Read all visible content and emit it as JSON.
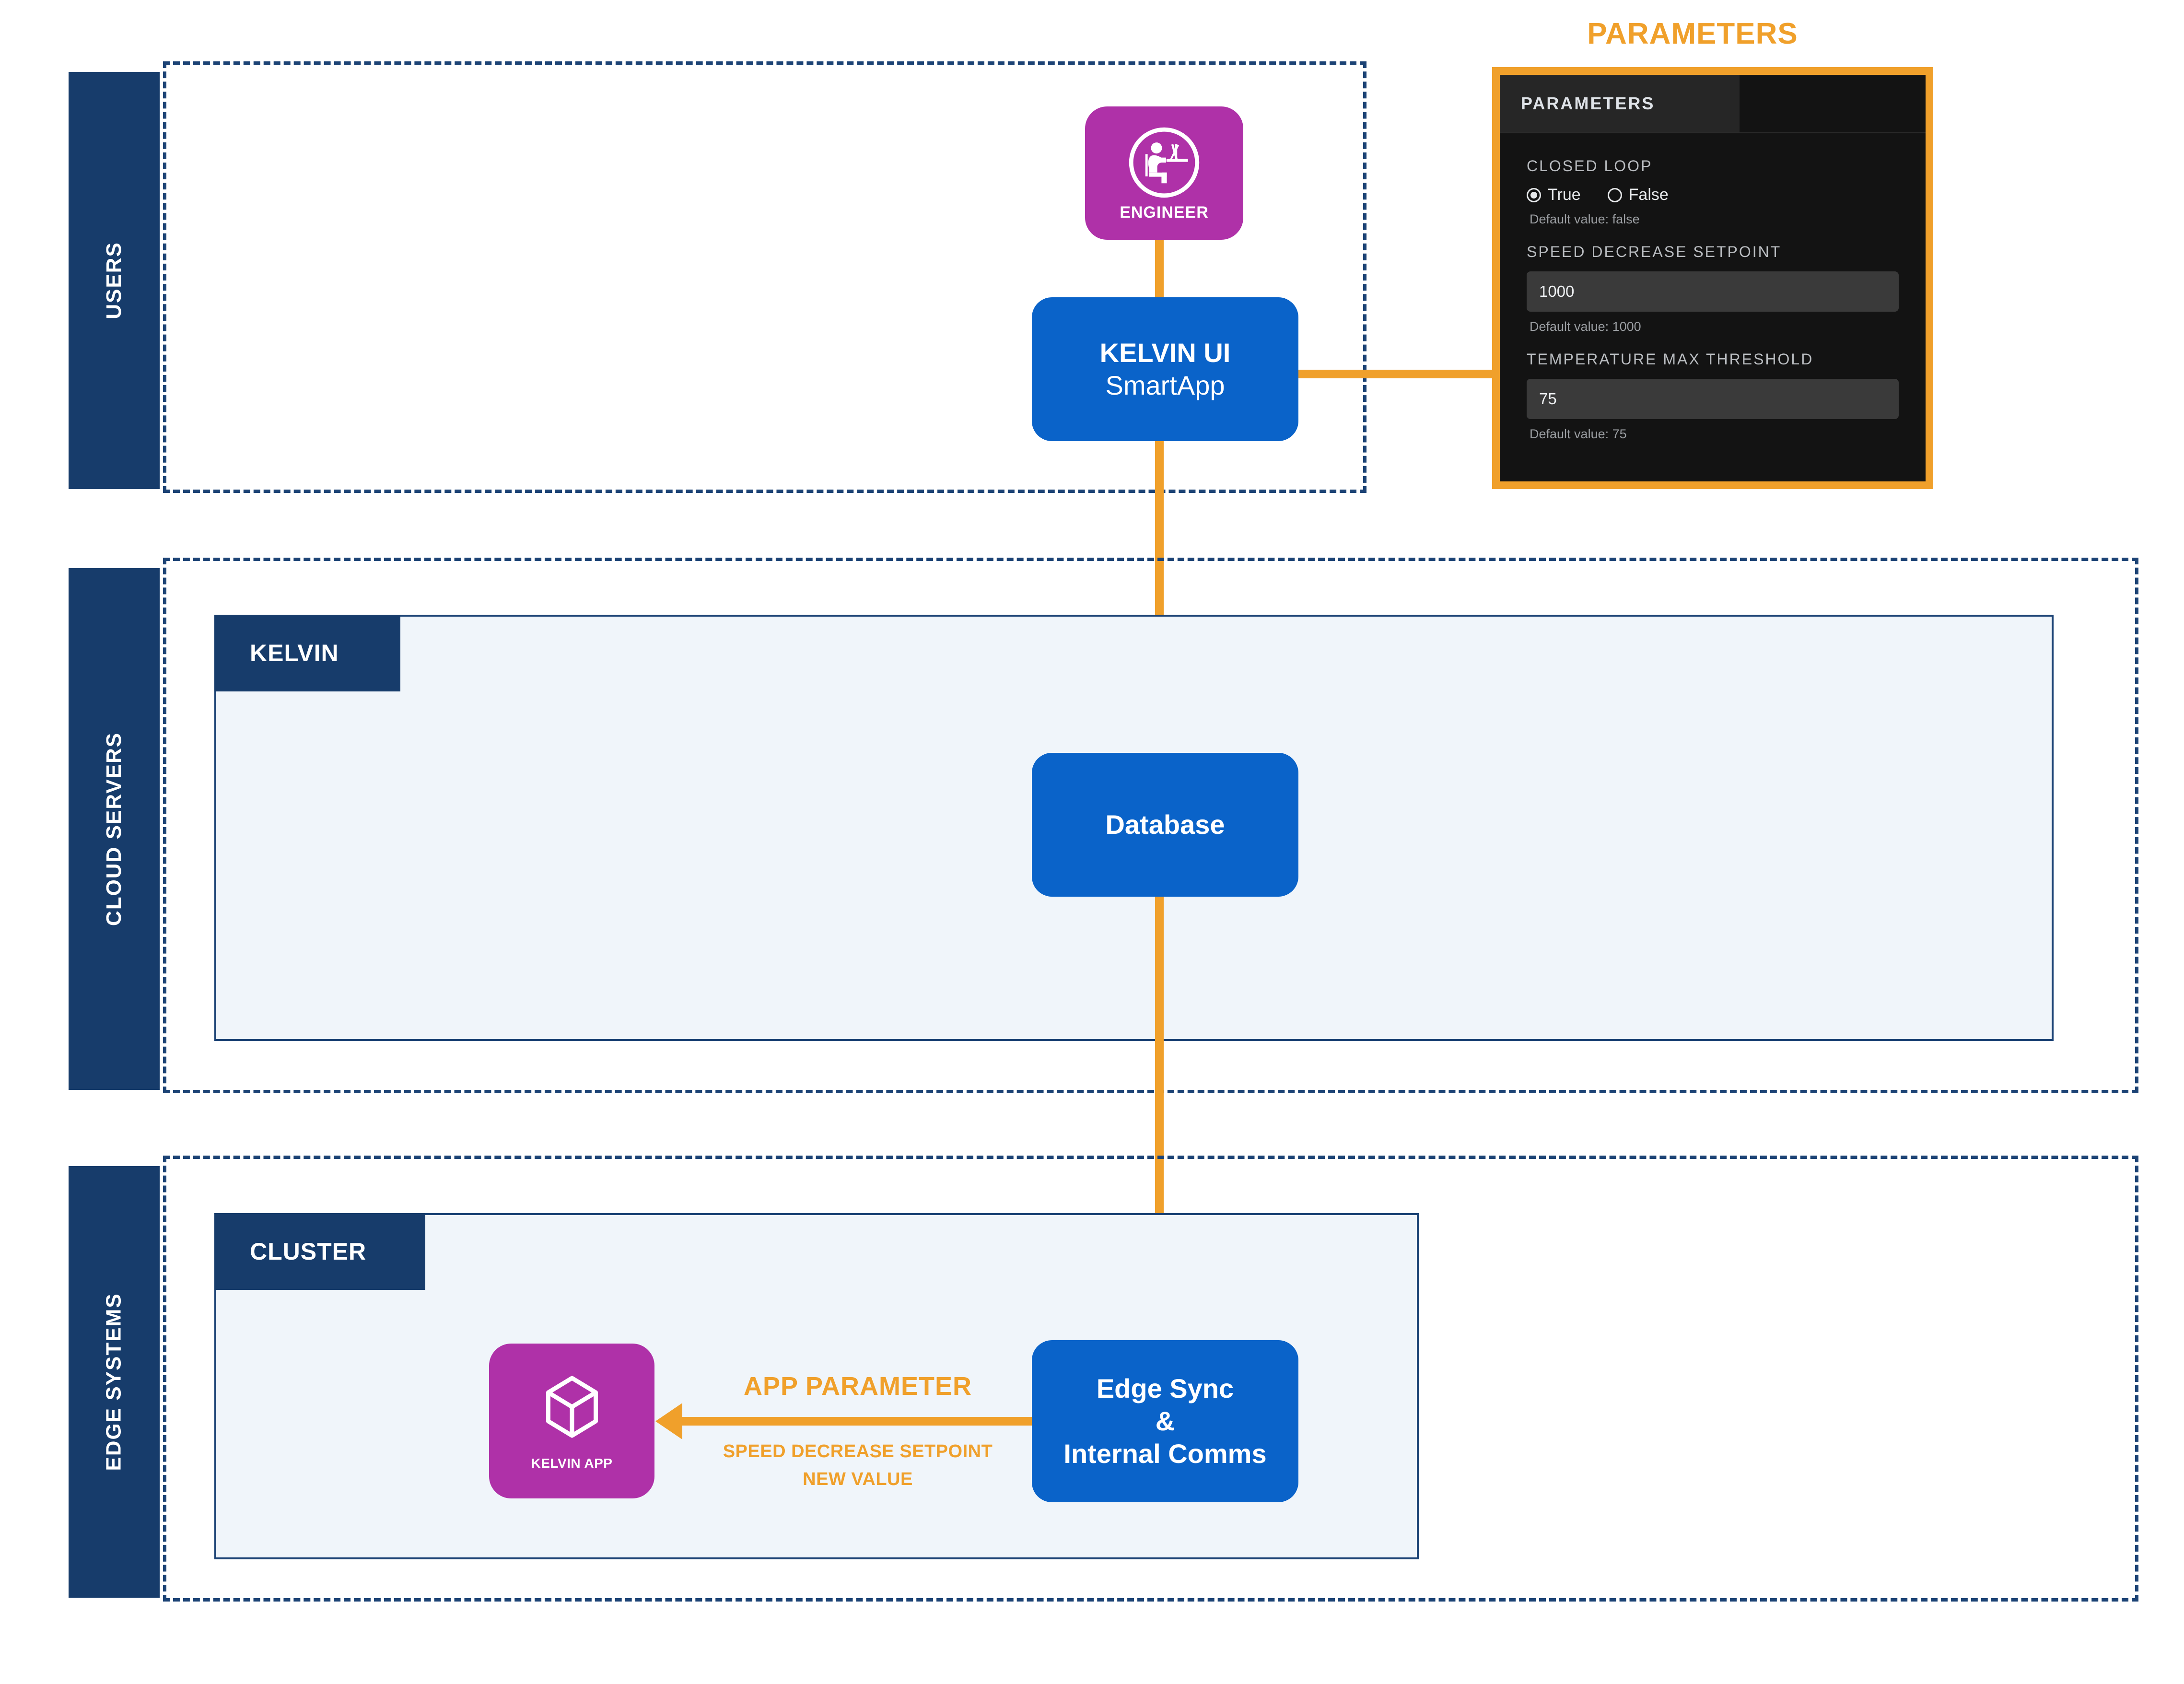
{
  "lanes": [
    {
      "name": "users",
      "label": "USERS"
    },
    {
      "name": "cloud-servers",
      "label": "CLOUD SERVERS"
    },
    {
      "name": "edge-systems",
      "label": "EDGE SYSTEMS"
    }
  ],
  "regions": {
    "kelvin": {
      "label": "KELVIN"
    },
    "cluster": {
      "label": "CLUSTER"
    }
  },
  "nodes": {
    "engineer": {
      "caption": "ENGINEER",
      "icon": "engineer-at-desk-icon"
    },
    "kelvin_ui": {
      "title": "KELVIN UI",
      "subtitle": "SmartApp"
    },
    "database": {
      "title": "Database"
    },
    "edge_sync": {
      "line1": "Edge Sync",
      "line2": "&",
      "line3": "Internal Comms"
    },
    "kelvin_app": {
      "caption": "KELVIN APP",
      "icon": "cube-icon"
    }
  },
  "connectors": {
    "app_parameter": {
      "title": "APP PARAMETER",
      "sub_line1": "SPEED DECREASE SETPOINT",
      "sub_line2": "NEW VALUE"
    }
  },
  "callout": {
    "title": "PARAMETERS"
  },
  "parameters_panel": {
    "tab_label": "PARAMETERS",
    "fields": [
      {
        "name": "closed-loop",
        "label": "CLOSED LOOP",
        "type": "radio",
        "options": [
          {
            "label": "True",
            "selected": true
          },
          {
            "label": "False",
            "selected": false
          }
        ],
        "default_text": "Default value: false"
      },
      {
        "name": "speed-decrease-setpoint",
        "label": "SPEED DECREASE SETPOINT",
        "type": "text",
        "value": "1000",
        "default_text": "Default value: 1000"
      },
      {
        "name": "temperature-max-threshold",
        "label": "TEMPERATURE MAX THRESHOLD",
        "type": "text",
        "value": "75",
        "default_text": "Default value: 75"
      }
    ]
  },
  "colors": {
    "navy": "#173C6B",
    "blue": "#0A63C9",
    "purple": "#AF31A8",
    "orange": "#F0A02B",
    "panel_fill": "#F0F5FA",
    "panel_dark": "#131313"
  }
}
